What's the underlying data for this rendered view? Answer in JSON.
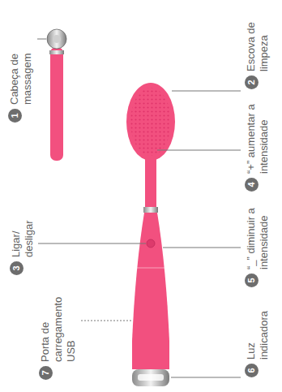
{
  "diagram": {
    "labels": [
      "1",
      "Cabeça de massagem",
      "2",
      "Escova de limpeza",
      "3",
      "Ligar/ desligar",
      "4",
      "“+” aumentar a intensidade",
      "5",
      "“_” diminuir a intensidade",
      "6",
      "Luz indicadora",
      "7",
      "Porta de carregamento USB"
    ]
  }
}
